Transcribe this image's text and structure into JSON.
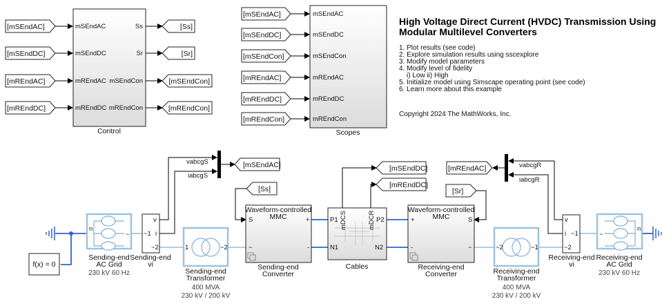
{
  "control": {
    "label": "Control",
    "inputs": [
      "mSEndAC",
      "mSEndDC",
      "mREndAC",
      "mREndDC"
    ],
    "input_tags": [
      "[mSEndAC]",
      "[mSEndDC]",
      "[mREndAC]",
      "[mREndDC]"
    ],
    "outputs": [
      "Ss",
      "Sr",
      "mSEndCon",
      "mREndCon"
    ],
    "output_tags": [
      "[Ss]",
      "[Sr]",
      "[mSEndCon]",
      "[mREndCon]"
    ]
  },
  "scopes": {
    "label": "Scopes",
    "inputs": [
      "mSEndAC",
      "mSEndDC",
      "mSEndCon",
      "mREndAC",
      "mREndDC",
      "mREndCon"
    ],
    "input_tags": [
      "[mSEndAC]",
      "[mSEndDC]",
      "[mSEndCon]",
      "[mREndAC]",
      "[mREndDC]",
      "[mREndCon]"
    ]
  },
  "info": {
    "title_line1": "High Voltage Direct Current (HVDC) Transmission Using",
    "title_line2": "Modular Multilevel Converters",
    "items": [
      "1. Plot results (see code)",
      "2. Explore simulation results using sscexplore",
      "3. Modify model parameters",
      "4. Modify level of fidelity",
      "i) Low ii) High",
      "5. Initialize model using Simscape operating point (see code)",
      "6. Learn more about this example"
    ],
    "copyright": "Copyright 2024 The MathWorks, Inc."
  },
  "diagram": {
    "solver": "f(x) = 0",
    "s_grid": {
      "l1": "Sending-end",
      "l2": "AC Grid",
      "params": "230 kV  60 Hz",
      "port_n": "n",
      "port_ac": "~"
    },
    "s_vi": {
      "l1": "Sending-end",
      "l2": "vi",
      "v": "v",
      "i": "i",
      "p1": "~1",
      "p2": "~2"
    },
    "s_bus": {
      "sig1": "vabcgS",
      "sig2": "iabcgS",
      "tag": "[mSEndAC]"
    },
    "s_tr": {
      "l1": "Sending-end",
      "l2": "Transformer",
      "p1": "400 MVA",
      "p2": "230 kV / 200 kV",
      "port1": "1",
      "port2": "~2"
    },
    "s_conv": {
      "title1": "Waveform-controlled",
      "title2": "MMC",
      "l1": "Sending-end",
      "l2": "Converter",
      "S": "S",
      "plus": "+",
      "minus": "-",
      "ac": "~",
      "tag": "[Ss]"
    },
    "cables": {
      "label": "Cables",
      "P1": "P1",
      "N1": "N1",
      "P2": "P2",
      "N2": "N2",
      "mDCS": "mDCS",
      "mDCR": "mDCR",
      "tag1": "[mSEndDC]",
      "tag2": "[mREndDC]"
    },
    "r_conv": {
      "title1": "Waveform-controlled",
      "title2": "MMC",
      "l1": "Receiving-end",
      "l2": "Converter",
      "S": "S",
      "plus": "+",
      "minus": "-",
      "ac": "~",
      "tag": "[Sr]"
    },
    "r_tr": {
      "l1": "Receiving-end",
      "l2": "Transformer",
      "p1": "400 MVA",
      "p2": "230 kV / 200 kV",
      "port1": "~2",
      "port2": "~1"
    },
    "r_vi": {
      "l1": "Receiving-end",
      "l2": "vi",
      "v": "v",
      "i": "i",
      "p1": "~1",
      "p2": "~2"
    },
    "r_bus": {
      "sig1": "vabcgR",
      "sig2": "iabcgR",
      "tag": "[mREndAC]"
    },
    "r_grid": {
      "l1": "Receiving-end",
      "l2": "AC Grid",
      "params": "230 kV  60 Hz",
      "port_n": "n",
      "port_ac": "~"
    }
  },
  "colors": {
    "physical_ac": "#7fb0d6",
    "physical_dc": "#2e63d0",
    "signal": "#000000"
  }
}
